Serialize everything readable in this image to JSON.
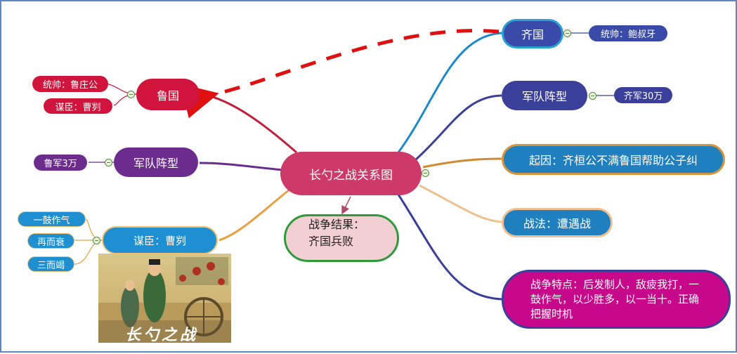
{
  "center": {
    "title": "长勺之战关系图"
  },
  "left": {
    "lu": {
      "label": "鲁国",
      "details": [
        "统帅：鲁庄公",
        "谋臣：曹刿"
      ]
    },
    "army": {
      "label": "军队阵型",
      "detail": "鲁军3万"
    },
    "advisor": {
      "label": "谋臣：曹刿",
      "details": [
        "一鼓作气",
        "再而衰",
        "三而竭"
      ]
    },
    "painting": {
      "caption": "长勺之战"
    }
  },
  "right": {
    "qi": {
      "label": "齐国",
      "detail": "统帅：鲍叔牙"
    },
    "army": {
      "label": "军队阵型",
      "detail": "齐军30万"
    },
    "cause": {
      "label": "起因：齐桓公不满鲁国帮助公子纠"
    },
    "tactic": {
      "label": "战法：遭遇战"
    },
    "features": {
      "label": "战争特点：后发制人，敌疲我打，一鼓作气，以少胜多，以一当十。正确把握时机"
    }
  },
  "outcome": {
    "line1": "战争结果：",
    "line2": "齐国兵败"
  },
  "colors": {
    "center": "#cd3a6a",
    "lu": "#d0143c",
    "left_army": "#6b2c8e",
    "advisor": "#1e8fd0",
    "qi": "#3a4aa8",
    "right_army": "#3a3f9a",
    "cause": "#1f7fbf",
    "tactic": "#1f7fbf",
    "features": "#c8088a",
    "outcome_bg": "#f2cfd2",
    "outcome_border": "#2e9a3a",
    "arrow": "#e01010"
  }
}
